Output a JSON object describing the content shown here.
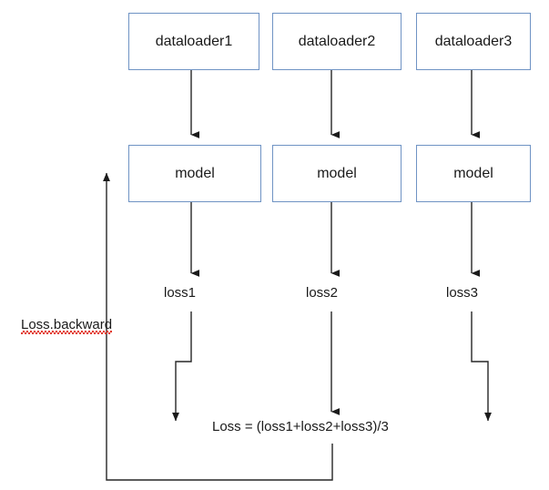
{
  "diagram": {
    "title": "Multi-dataloader averaged loss training graph",
    "colors": {
      "box_border": "#6f93c4",
      "box_fill": "#ffffff",
      "edge": "#262626",
      "text": "#1a1a1a",
      "spell_underline": "#e23b2e",
      "background": "#ffffff"
    },
    "dataloaders": [
      {
        "label": "dataloader1"
      },
      {
        "label": "dataloader2"
      },
      {
        "label": "dataloader3"
      }
    ],
    "models": [
      {
        "label": "model"
      },
      {
        "label": "model"
      },
      {
        "label": "model"
      }
    ],
    "losses": [
      {
        "label": "loss1"
      },
      {
        "label": "loss2"
      },
      {
        "label": "loss3"
      }
    ],
    "aggregate": {
      "label": "Loss = (loss1+loss2+loss3)/3"
    },
    "backward": {
      "label": "Loss.backward",
      "has_spellcheck_underline": true
    }
  }
}
